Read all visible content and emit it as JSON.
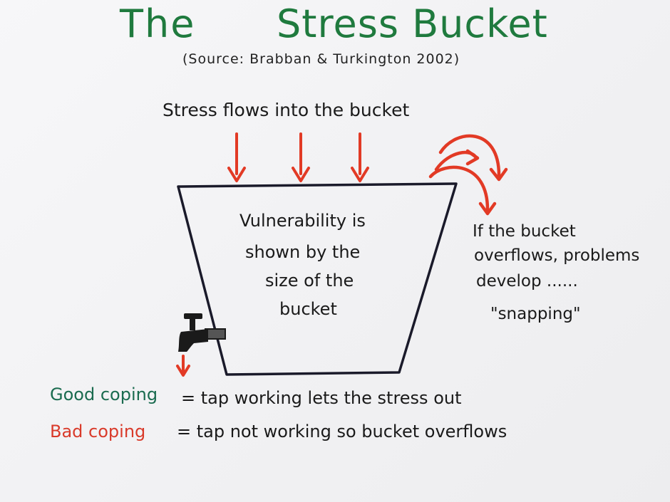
{
  "title": {
    "the": "The",
    "stress_bucket": "Stress Bucket",
    "source": "(Source: Brabban & Turkington 2002)"
  },
  "flows_label": "Stress flows into the bucket",
  "bucket_text": {
    "line1": "Vulnerability is",
    "line2": "shown by the",
    "line3": "size of the",
    "line4": "bucket"
  },
  "overflow_note": {
    "line1": "If the bucket",
    "line2": "overflows, problems",
    "line3": "develop ......",
    "line4": "\"snapping\""
  },
  "legend": {
    "good_label": "Good coping",
    "good_text": "= tap working lets the stress out",
    "bad_label": "Bad coping",
    "bad_text": "= tap not working so bucket overflows"
  },
  "colors": {
    "title_green": "#1f7a3e",
    "arrow_red": "#e23a25",
    "good_green": "#1a6b4f",
    "bad_red": "#d93a2a",
    "ink": "#1a1a1a"
  },
  "icons": [
    "tap-icon",
    "arrow-down-icon",
    "overflow-arrow-icon"
  ]
}
